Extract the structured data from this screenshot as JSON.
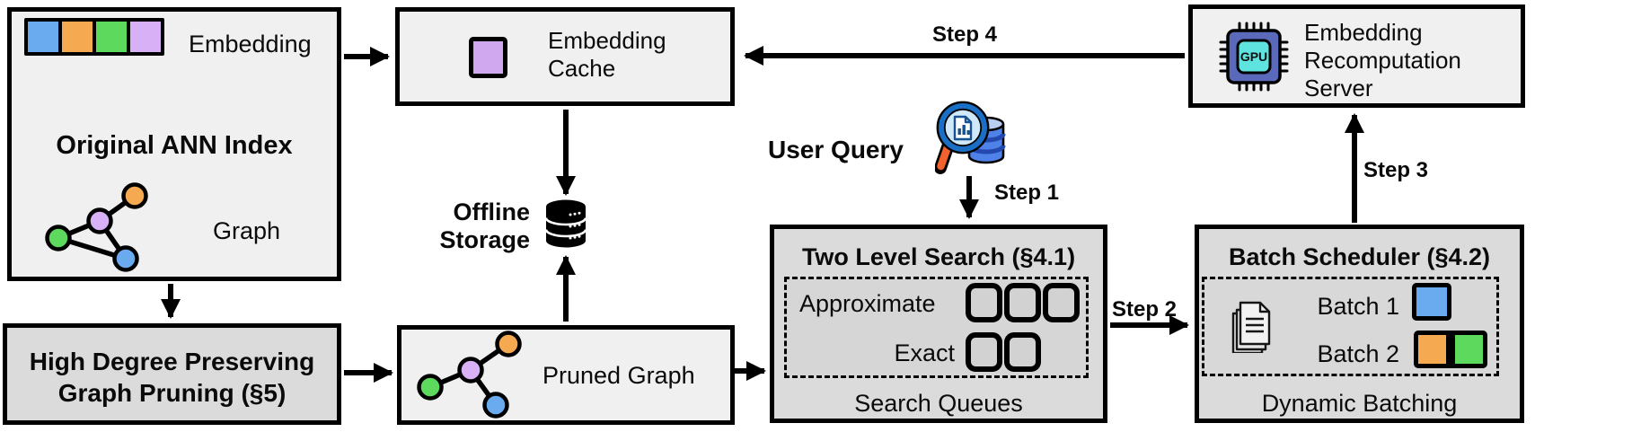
{
  "colors": {
    "light_box_bg": "#f0f0f0",
    "dark_box_bg": "#dbdbdb",
    "blue": "#6aabf0",
    "orange": "#f5a950",
    "green": "#5dd95d",
    "purple": "#d8b0f5",
    "cache_purple": "#d0a8f0"
  },
  "ann_index": {
    "title": "Original ANN Index",
    "embedding_label": "Embedding",
    "graph_label": "Graph"
  },
  "embedding_cache": {
    "title": "Embedding Cache"
  },
  "recomputation_server": {
    "title": "Embedding Recomputation Server",
    "gpu_label": "GPU"
  },
  "offline_storage": {
    "label": "Offline Storage"
  },
  "user_query": {
    "label": "User Query"
  },
  "steps": {
    "s1": "Step 1",
    "s2": "Step 2",
    "s3": "Step 3",
    "s4": "Step 4"
  },
  "two_level_search": {
    "title": "Two Level Search (§4.1)",
    "row1": "Approximate",
    "row2": "Exact",
    "approximate_queues": 3,
    "exact_queues": 2,
    "footer": "Search Queues"
  },
  "batch_scheduler": {
    "title": "Batch Scheduler (§4.2)",
    "batch1": "Batch 1",
    "batch2": "Batch 2",
    "footer": "Dynamic Batching"
  },
  "graph_pruning": {
    "line1": "High Degree Preserving",
    "line2": "Graph Pruning (§5)"
  },
  "pruned_graph": {
    "label": "Pruned Graph"
  }
}
